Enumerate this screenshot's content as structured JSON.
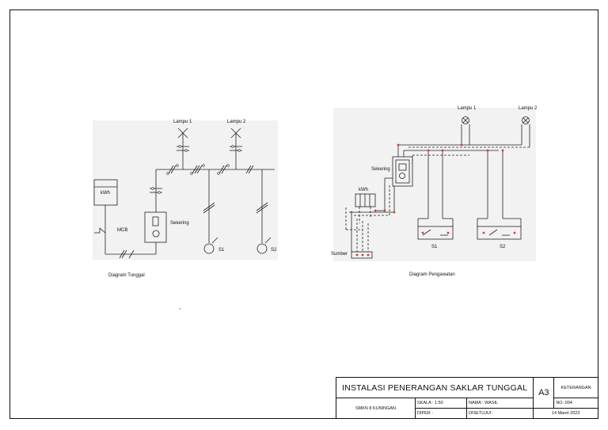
{
  "single_line": {
    "lamp1": "Lampu 1",
    "lamp2": "Lampu 2",
    "kwh": "kWh",
    "mcb": "MCB",
    "fuse": "Sekering",
    "s1": "S1",
    "s2": "S2",
    "caption": "Diagram Tunggal"
  },
  "wiring": {
    "lamp1": "Lampu 1",
    "lamp2": "Lampu 2",
    "fuse": "Sekering",
    "kwh": "kWh",
    "source": "Sumber",
    "s1": "S1",
    "s2": "S2",
    "caption": "Diagram Pengawatan"
  },
  "stray_mark": ",",
  "title_block": {
    "title": "INSTALASI PENERANGAN SAKLAR TUNGGAL",
    "school": "SMKN 8 KUNINGAN",
    "scale": "SKALA : 1:50",
    "name": "NAMA : WASIL",
    "drawn": "DIPER :",
    "approved": "DISETUJUI :",
    "size": "A3",
    "remarks_header": "KETERANGAN",
    "number": "NO. 004",
    "date": "14 Maret 2023"
  }
}
